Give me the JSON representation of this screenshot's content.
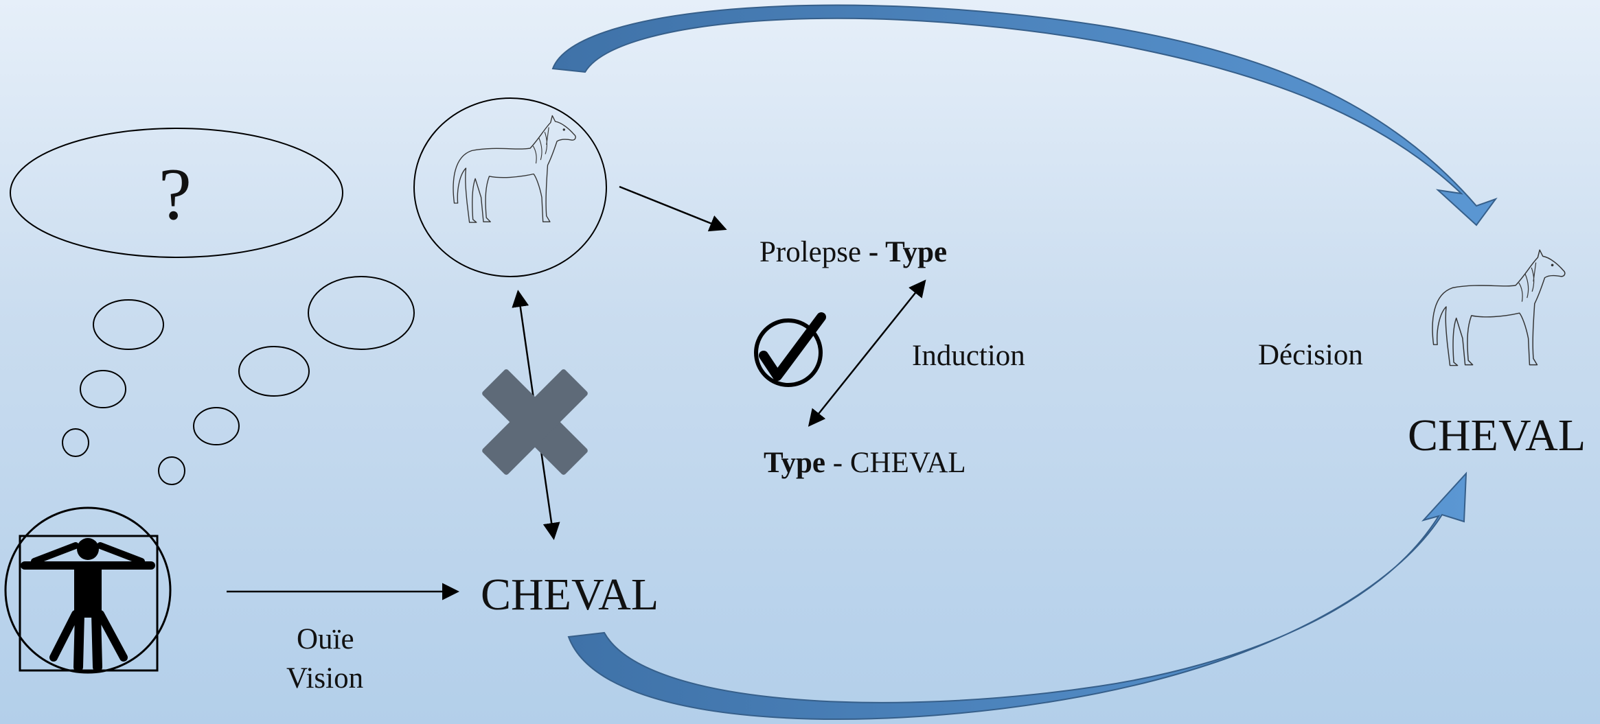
{
  "thought_bubble": {
    "symbol": "?"
  },
  "word_center": "CHEVAL",
  "word_right": "CHEVAL",
  "senses": {
    "line1": "Ouïe",
    "line2": "Vision"
  },
  "prolepse": {
    "part1": "Prolepse",
    "sep": " - ",
    "part2": "Type"
  },
  "type_cheval": {
    "part1": "Type",
    "sep": " - ",
    "part2": "CHEVAL"
  },
  "induction_label": "Induction",
  "decision_label": "Décision",
  "icons": {
    "person": "vitruvian-person-icon",
    "horse": "horse-icon",
    "check": "checkmark-icon",
    "cross": "cross-icon"
  },
  "colors": {
    "big_arrow_light": "#5b97d3",
    "big_arrow_dark": "#3f72a8",
    "cross": "#5e6a78"
  }
}
